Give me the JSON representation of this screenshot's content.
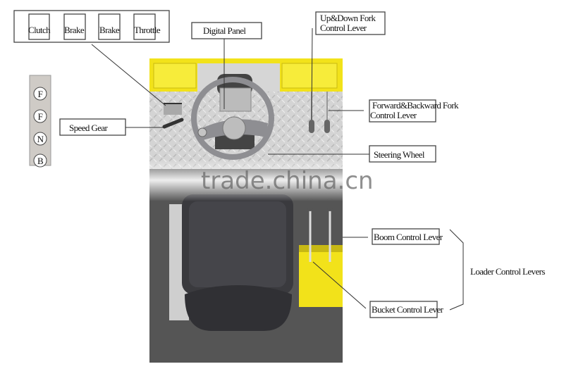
{
  "pedals": {
    "items": [
      "Clutch",
      "Brake",
      "Brake",
      "Throttle"
    ]
  },
  "gears": {
    "items": [
      "F",
      "F",
      "N",
      "B"
    ]
  },
  "labels": {
    "digital_panel": "Digital Panel",
    "speed_gear": "Speed Gear",
    "up_down_line1": "Up&Down Fork",
    "up_down_line2": "Control Lever",
    "fwd_back_line1": "Forward&Backward Fork",
    "fwd_back_line2": "Control Lever",
    "steering_wheel": "Steering Wheel",
    "boom_lever": "Boom Control Lever",
    "bucket_lever": "Bucket Control Lever",
    "loader_levers": "Loader Control Levers"
  },
  "watermark": "trade.china.cn",
  "colors": {
    "yellow": "#f2e21a",
    "floor": "#d2d2d2",
    "dark_floor": "#555555",
    "seat": "#3a3a3e"
  }
}
